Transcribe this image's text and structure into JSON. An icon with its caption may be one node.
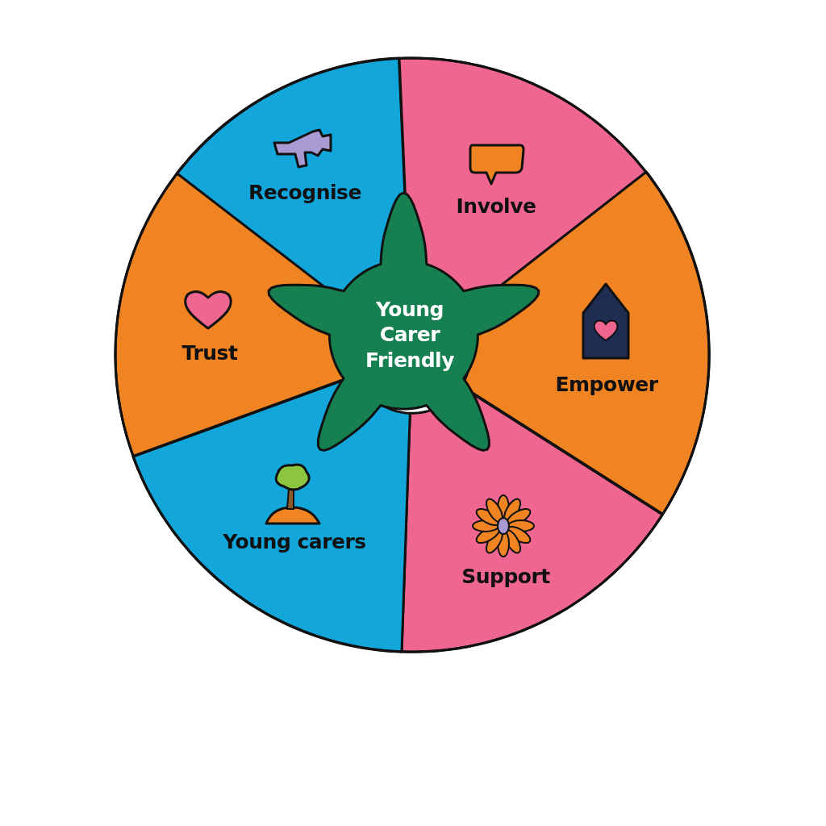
{
  "diagram": {
    "nodes": [
      {
        "text": [
          "Recognise"
        ]
      },
      {
        "text": [
          "Involve"
        ]
      },
      {
        "text": [
          "Empower"
        ]
      },
      {
        "text": [
          "Support"
        ]
      },
      {
        "text": [
          "Young carers"
        ]
      },
      {
        "text": [
          "Trust"
        ]
      },
      {
        "text": [
          "Young Carer Friendly"
        ]
      }
    ],
    "edges": []
  }
}
